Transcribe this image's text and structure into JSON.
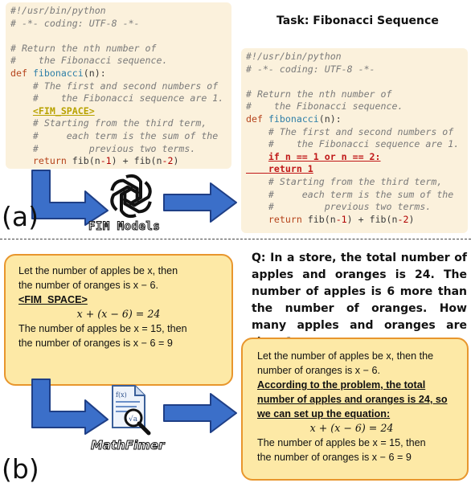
{
  "panel_a": {
    "label": "(a)",
    "task_title": "Task: Fibonacci Sequence",
    "model_label": "FIM Models",
    "left_code": {
      "l1": "#!/usr/bin/python",
      "l2": "# -*- coding: UTF-8 -*-",
      "l4": "# Return the nth number of",
      "l5": "#    the Fibonacci sequence.",
      "def_kw": "def",
      "func_name": "fibonacci",
      "func_args": "(n):",
      "l7": "# The first and second numbers of",
      "l8": "#    the Fibonacci sequence are 1.",
      "fim": "<FIM_SPACE>",
      "l10": "# Starting from the third term,",
      "l11": "#     each term is the sum of the",
      "l12": "#         previous two terms.",
      "ret_kw": "return",
      "ret_a": "fib(n",
      "minus1": "-1",
      "ret_b": ") + fib(n",
      "minus2": "-2",
      "ret_c": ")"
    },
    "right_code": {
      "l1": "#!/usr/bin/python",
      "l2": "# -*- coding: UTF-8 -*-",
      "l4": "# Return the nth number of",
      "l5": "#    the Fibonacci sequence.",
      "def_kw": "def",
      "func_name": "fibonacci",
      "func_args": "(n):",
      "l7": "# The first and second numbers of",
      "l8": "#    the Fibonacci sequence are 1.",
      "ins1": "if n == 1 or n == 2:",
      "ins2": "return 1",
      "l10": "# Starting from the third term,",
      "l11": "#     each term is the sum of the",
      "l12": "#         previous two terms.",
      "ret_kw": "return",
      "ret_a": "fib(n",
      "minus1": "-1",
      "ret_b": ") + fib(n",
      "minus2": "-2",
      "ret_c": ")"
    }
  },
  "panel_b": {
    "label": "(b)",
    "model_label": "MathFimer",
    "question": "Q: In a store, the total number of apples and oranges is 24. The number of apples is 6 more than the number of oranges. How many apples and oranges are there?",
    "left_box": {
      "line1": "Let the number of apples be x, then",
      "line2": "the number of oranges is x − 6.",
      "fim": "<FIM_SPACE>",
      "eq": "x + (x − 6) = 24",
      "line4": "The number of apples be x = 15, then",
      "line5": "the number of oranges is x − 6 = 9"
    },
    "right_box": {
      "line1": "Let the number of apples be x, then the",
      "line2": "number of oranges is x − 6.",
      "inserted": "According to the problem, the total number of apples and oranges is 24, so we can set up the equation:",
      "eq": "x + (x − 6) = 24",
      "line4": "The number of apples be x = 15, then",
      "line5": "the number of oranges is x − 6 = 9"
    }
  },
  "colors": {
    "arrow_fill": "#3b6fc9",
    "arrow_stroke": "#1f3f86",
    "code_bg": "#fbf1dc",
    "box_bg": "#fde9a6",
    "box_border": "#e8962d"
  },
  "icons": {
    "openai": "openai-logo-icon",
    "document": "math-document-icon"
  }
}
